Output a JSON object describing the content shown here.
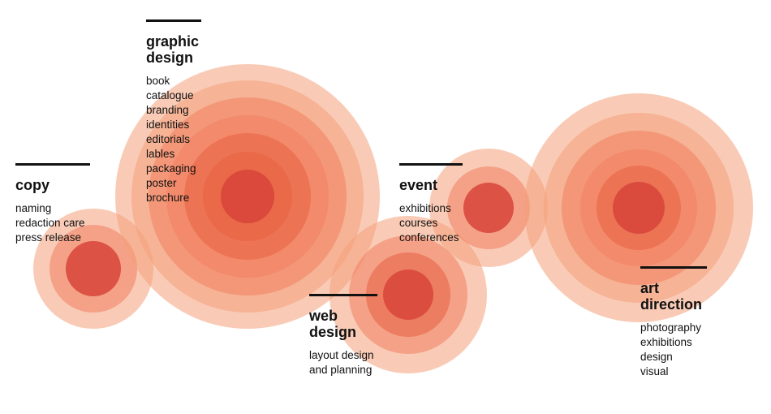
{
  "colors": {
    "ring_outer": "#f4a07a",
    "ring_mid": "#f08060",
    "ring_inner": "#e8603f",
    "core": "#d7443a",
    "text": "#111111",
    "rule": "#111111"
  },
  "sections": {
    "copy": {
      "title": [
        "copy"
      ],
      "items": [
        "naming",
        "redaction care",
        "press release"
      ]
    },
    "graphic_design": {
      "title": [
        "graphic",
        "design"
      ],
      "items": [
        "book",
        "catalogue",
        "branding",
        "identities",
        "editorials",
        "lables",
        "packaging",
        "poster",
        "brochure"
      ]
    },
    "web_design": {
      "title": [
        "web",
        "design"
      ],
      "items": [
        "layout design",
        "and planning"
      ]
    },
    "event": {
      "title": [
        "event"
      ],
      "items": [
        "exhibitions",
        "courses",
        "conferences"
      ]
    },
    "art_direction": {
      "title": [
        "art",
        "direction"
      ],
      "items": [
        "photography",
        "exhibitions",
        "design",
        "visual"
      ]
    }
  }
}
